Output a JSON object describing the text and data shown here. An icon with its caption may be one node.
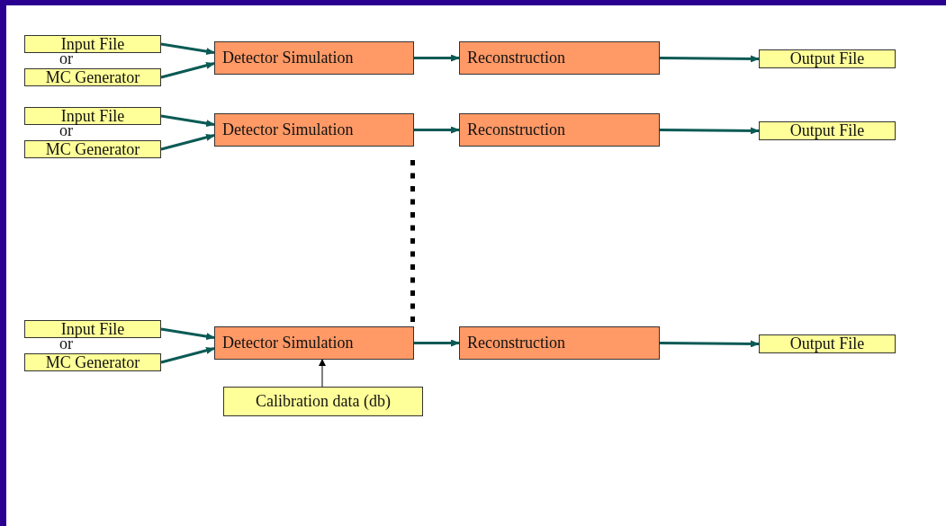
{
  "diagram": {
    "nodes": [
      {
        "text": [
          "Input File"
        ]
      },
      {
        "text": [
          "MC Generator"
        ]
      },
      {
        "text": [
          "Detector Simulation"
        ]
      },
      {
        "text": [
          "Reconstruction"
        ]
      },
      {
        "text": [
          "Output File"
        ]
      },
      {
        "text": [
          "Input File"
        ]
      },
      {
        "text": [
          "MC Generator"
        ]
      },
      {
        "text": [
          "Detector Simulation"
        ]
      },
      {
        "text": [
          "Reconstruction"
        ]
      },
      {
        "text": [
          "Output File"
        ]
      },
      {
        "text": [
          "Input File"
        ]
      },
      {
        "text": [
          "MC Generator"
        ]
      },
      {
        "text": [
          "Detector Simulation"
        ]
      },
      {
        "text": [
          "Reconstruction"
        ]
      },
      {
        "text": [
          "Output File"
        ]
      },
      {
        "text": [
          "Calibration data (db)"
        ]
      }
    ],
    "edges": [
      {
        "from": 0,
        "to": 2,
        "arrow": "to"
      },
      {
        "from": 1,
        "to": 2,
        "arrow": "to"
      },
      {
        "from": 2,
        "to": 3,
        "arrow": "to"
      },
      {
        "from": 3,
        "to": 4,
        "arrow": "to"
      },
      {
        "from": 5,
        "to": 7,
        "arrow": "to"
      },
      {
        "from": 6,
        "to": 7,
        "arrow": "to"
      },
      {
        "from": 7,
        "to": 8,
        "arrow": "to"
      },
      {
        "from": 8,
        "to": 9,
        "arrow": "to"
      },
      {
        "from": 10,
        "to": 12,
        "arrow": "to"
      },
      {
        "from": 11,
        "to": 12,
        "arrow": "to"
      },
      {
        "from": 12,
        "to": 13,
        "arrow": "to"
      },
      {
        "from": 13,
        "to": 14,
        "arrow": "to"
      },
      {
        "from": 15,
        "to": 12,
        "arrow": "to",
        "color": "#000000"
      }
    ],
    "labels": [
      "or",
      "or",
      "or"
    ]
  }
}
